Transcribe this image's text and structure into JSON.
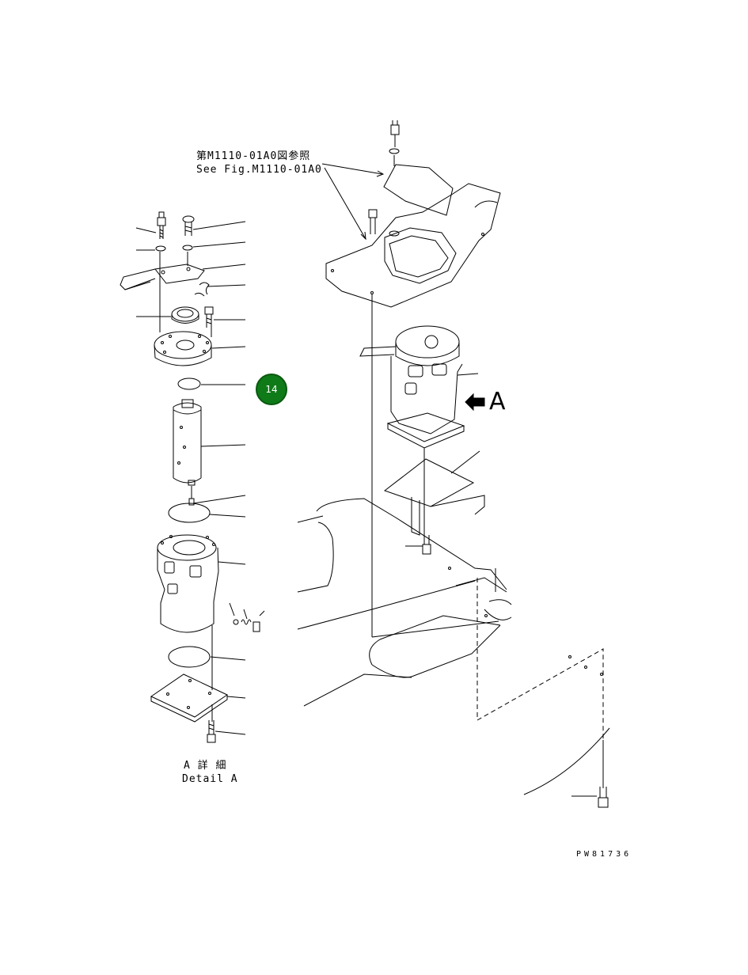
{
  "references": {
    "jp_line": "第M1110-01A0図参照",
    "en_line": "See Fig.M1110-01A0"
  },
  "detail_label": {
    "jp": "A 詳 細",
    "en": "Detail A"
  },
  "view_arrow_label": "A",
  "callouts": [
    {
      "number": "14",
      "color": "#0f7a18"
    }
  ],
  "drawing_code": "PW81736"
}
